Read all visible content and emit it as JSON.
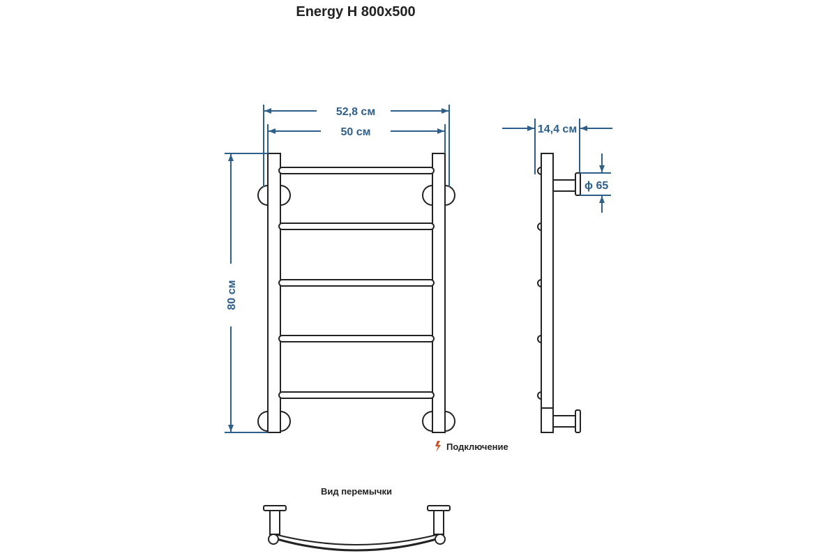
{
  "title": "Energy H 800x500",
  "dimensions": {
    "outer_width": "52,8 см",
    "inner_width": "50 см",
    "height": "80 см",
    "depth": "14,4 см",
    "flange_diameter": "ϕ 65"
  },
  "legend": {
    "connection_label": "Подключение",
    "connection_icon": "lightning-bolt-icon"
  },
  "bridge_view_label": "Вид перемычки",
  "colors": {
    "dimension": "#2e5f8a",
    "line": "#222222",
    "connection_icon": "#c9542a"
  }
}
